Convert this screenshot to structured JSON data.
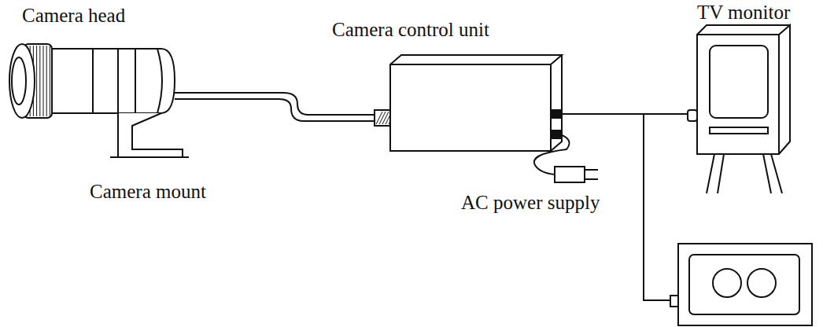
{
  "diagram": {
    "labels": [
      "Camera head",
      "Camera mount",
      "Camera control unit",
      "AC power supply",
      "TV monitor"
    ]
  }
}
